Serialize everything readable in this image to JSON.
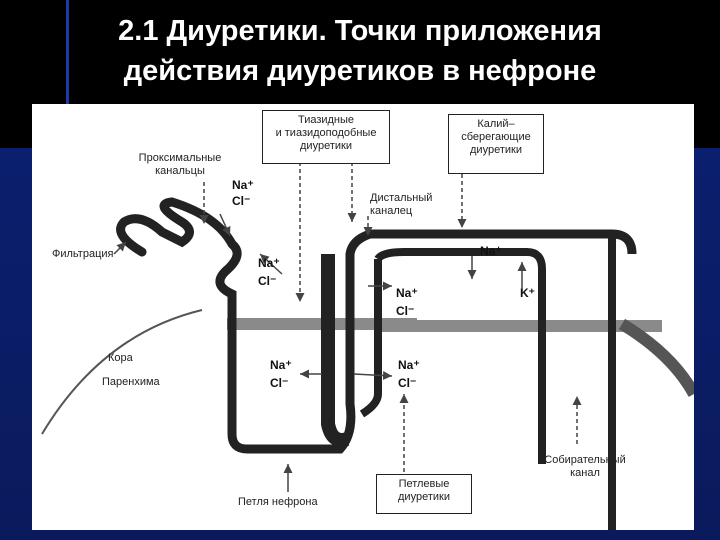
{
  "title": {
    "line1": "2.1 Диуретики. Точки приложения",
    "line2": "действия диуретиков в нефроне"
  },
  "diagram": {
    "thiazide_box": [
      "Тиазидные",
      "и тиазидоподобные",
      "диуретики"
    ],
    "potassium_box": [
      "Калий–",
      "сберегающие",
      "диуретики"
    ],
    "loop_box": [
      "Петлевые",
      "диуретики"
    ],
    "proximal": [
      "Проксимальные",
      "канальцы"
    ],
    "distal": [
      "Дистальный",
      "каналец"
    ],
    "filtration": "Фильтрация",
    "cortex": "Кора",
    "parenchyma": "Паренхима",
    "collecting": [
      "Собирательный",
      "канал"
    ],
    "loop_label": "Петля нефрона",
    "ions": {
      "na": "Na⁺",
      "cl": "Cl⁻",
      "k": "K⁺"
    },
    "colors": {
      "background": "#0b1a5c",
      "title": "#ffffff",
      "tube": "#222222",
      "band": "#8a8a8a"
    }
  }
}
